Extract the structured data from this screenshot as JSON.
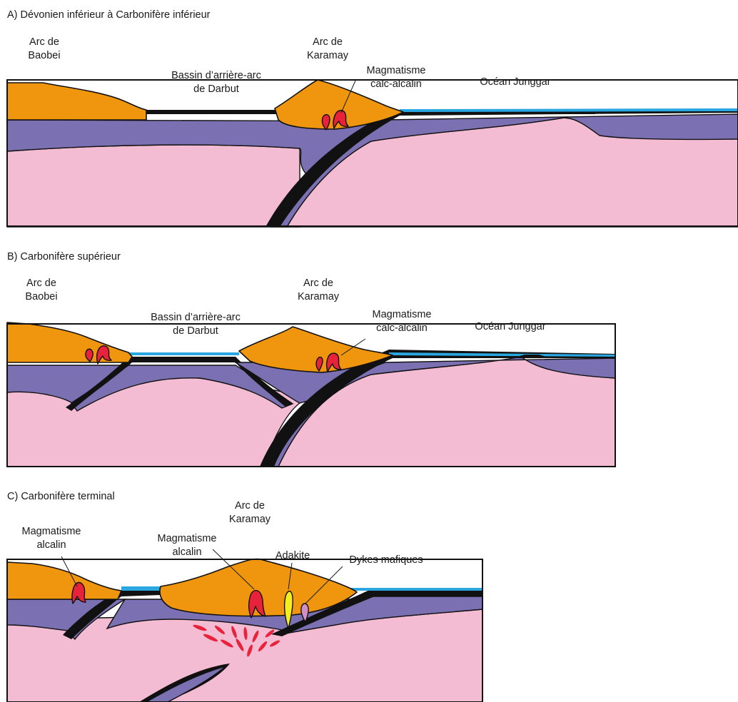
{
  "panels": {
    "a": {
      "title": "A) Dévonien inférieur à Carbonifère inférieur",
      "labels": {
        "arc_baobei": [
          "Arc de",
          "Baobei"
        ],
        "bassin_darbut": [
          "Bassin d’arrière-arc",
          "de Darbut"
        ],
        "arc_karamay": [
          "Arc de",
          "Karamay"
        ],
        "magmatisme_calc": [
          "Magmatisme",
          "calc-alcalin"
        ],
        "ocean_junggar": [
          "Océan Junggar"
        ]
      }
    },
    "b": {
      "title": "B) Carbonifère supérieur",
      "labels": {
        "arc_baobei": [
          "Arc de",
          "Baobei"
        ],
        "bassin_darbut": [
          "Bassin d’arrière-arc",
          "de Darbut"
        ],
        "arc_karamay": [
          "Arc de",
          "Karamay"
        ],
        "magmatisme_calc": [
          "Magmatisme",
          "calc-alcalin"
        ],
        "ocean_junggar": [
          "Océan Junggar"
        ]
      }
    },
    "c": {
      "title": "C) Carbonifère terminal",
      "labels": {
        "magmatisme_alcalin_left": [
          "Magmatisme",
          "alcalin"
        ],
        "arc_karamay": [
          "Arc de",
          "Karamay"
        ],
        "magmatisme_alcalin_center": [
          "Magmatisme",
          "alcalin"
        ],
        "adakite": [
          "Adakite"
        ],
        "dykes_mafiques": [
          "Dykes mafiques"
        ]
      }
    }
  },
  "colors": {
    "arc_crust": "#f0960e",
    "lithosphere": "#7a70b2",
    "mantle": "#f4bcd3",
    "ocean_water": "#2aa7e0",
    "sediment": "#111111",
    "calc_alkaline_magma": "#e8223a",
    "adakite": "#f5ee1f",
    "mafic_dykes": "#d18fc6"
  }
}
